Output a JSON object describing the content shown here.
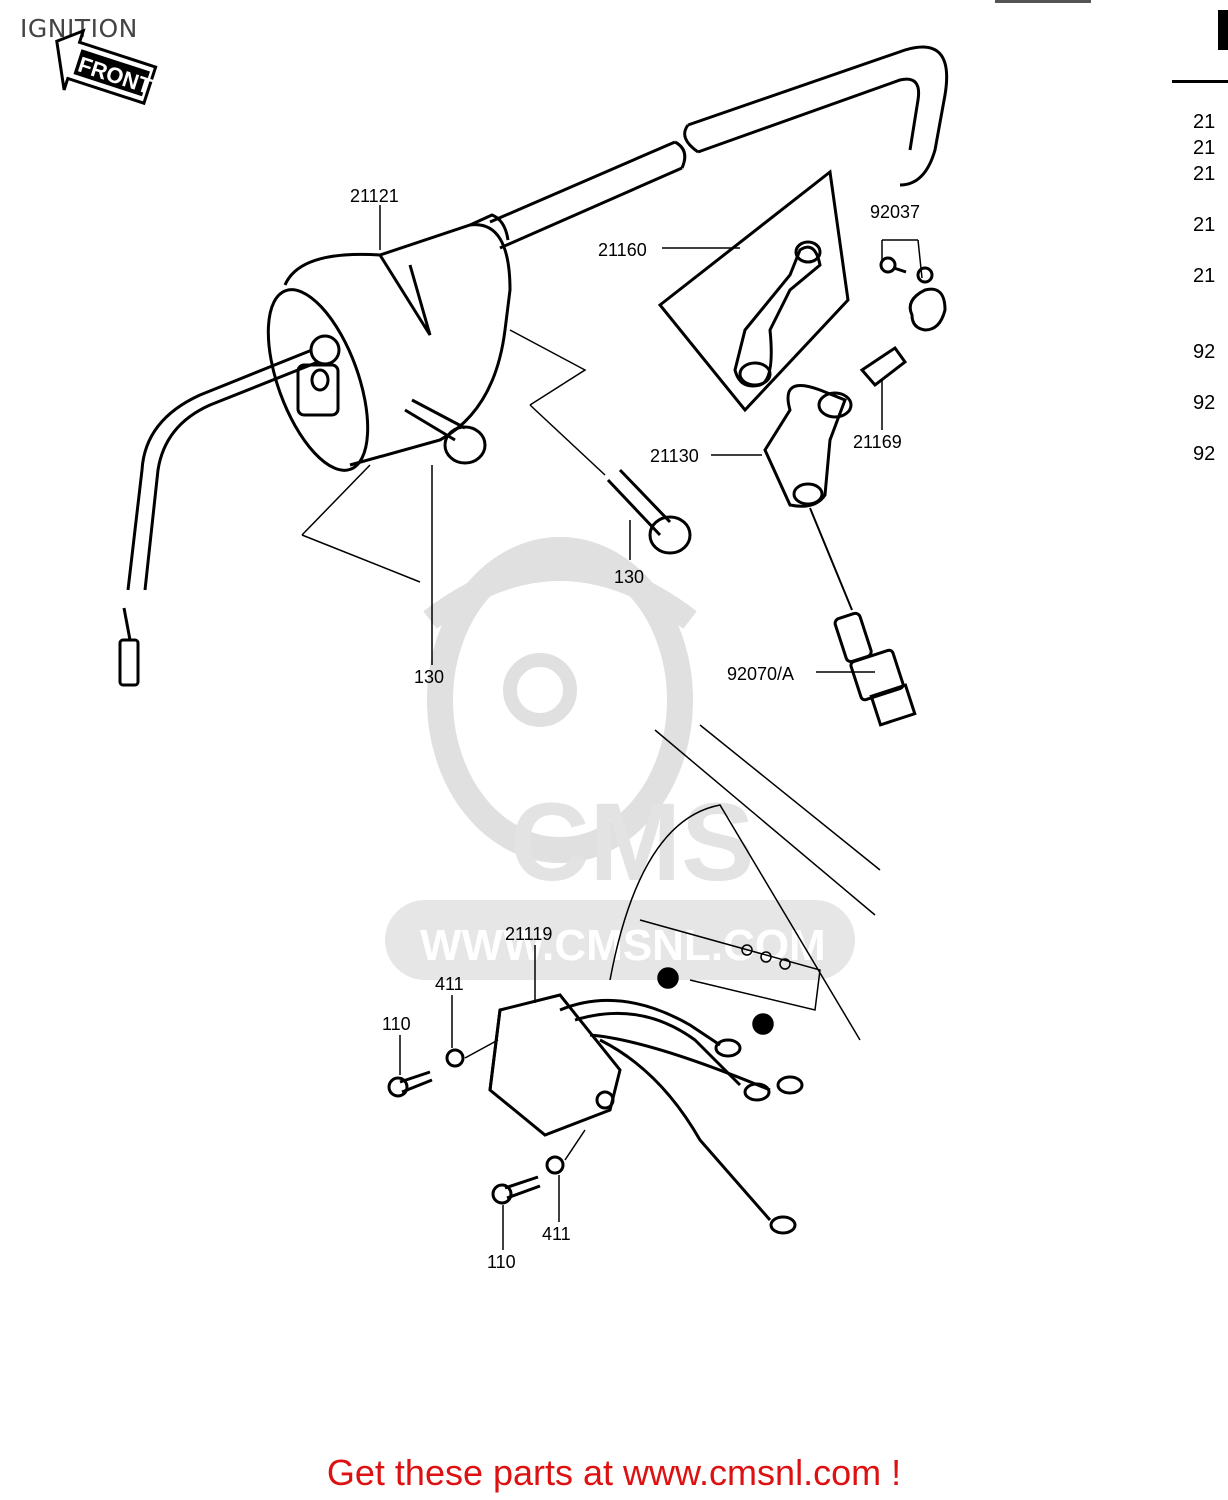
{
  "page_title": "IGNITION",
  "front_badge": "FRONT",
  "watermark": {
    "text": "CMS",
    "url": "WWW.CMSNL.COM"
  },
  "callouts": {
    "coil": "21121",
    "cap_bracket": "21160",
    "clamp_set": "92037",
    "plug_cap": "21130",
    "terminal": "21169",
    "bolt_left": "130",
    "bolt_right": "130",
    "spark_plug": "92070/A",
    "cdi_unit": "21119",
    "washer_top": "411",
    "bolt_top": "110",
    "washer_bottom": "411",
    "bolt_bottom": "110"
  },
  "side_column": [
    "21",
    "21",
    "21",
    "21",
    "21",
    "92",
    "92",
    "92"
  ],
  "cta_text": "Get these parts at www.cmsnl.com !",
  "colors": {
    "ink": "#000000",
    "cta": "#dd1111",
    "watermark": "#e4e4e4"
  }
}
